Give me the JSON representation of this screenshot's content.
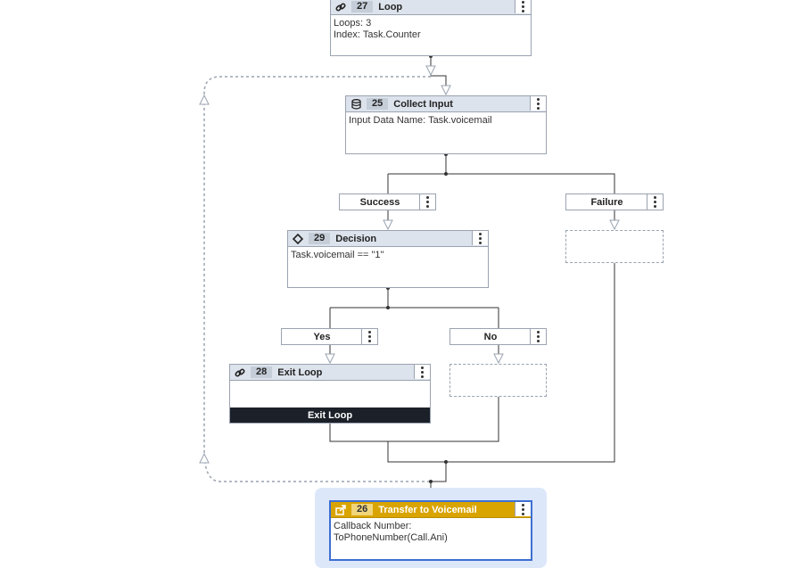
{
  "nodes": {
    "loop": {
      "number": "27",
      "title": "Loop",
      "lines": [
        "Loops: 3",
        "Index: Task.Counter"
      ],
      "icon": "link-icon"
    },
    "collect_input": {
      "number": "25",
      "title": "Collect Input",
      "lines": [
        "Input Data Name: Task.voicemail"
      ],
      "icon": "database-icon"
    },
    "decision": {
      "number": "29",
      "title": "Decision",
      "lines": [
        "Task.voicemail == \"1\""
      ],
      "icon": "diamond-icon"
    },
    "exit_loop": {
      "number": "28",
      "title": "Exit Loop",
      "footer": "Exit Loop",
      "icon": "link-icon"
    },
    "transfer": {
      "number": "26",
      "title": "Transfer to Voicemail",
      "lines": [
        "Callback Number: ToPhoneNumber(Call.Ani)"
      ],
      "icon": "transfer-icon"
    }
  },
  "paths": {
    "success": "Success",
    "failure": "Failure",
    "yes": "Yes",
    "no": "No"
  },
  "colors": {
    "header": "#dde3ec",
    "selected_header": "#d9a400",
    "selected_border": "#3d6fd1",
    "connector": "#333333",
    "loop_back": "#9aa3b0"
  }
}
